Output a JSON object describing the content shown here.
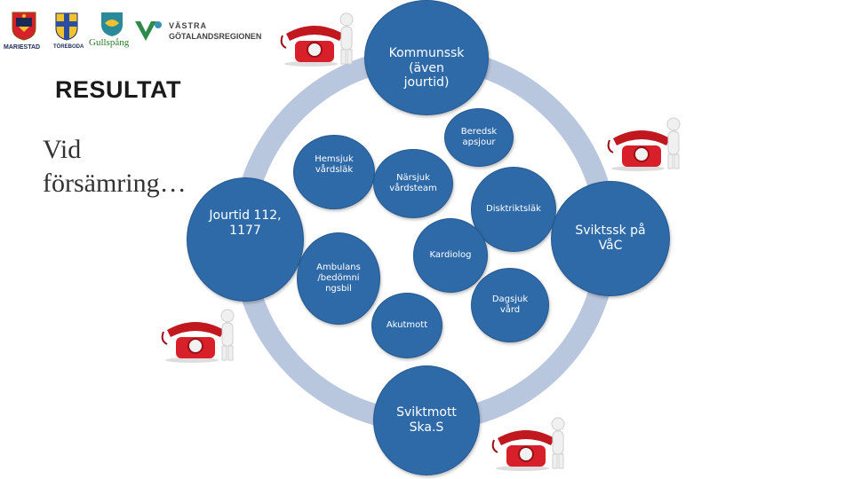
{
  "logos": {
    "mariestad": "MARIESTAD",
    "toreboda": "TÖREBODA",
    "gullspang": "Gullspång",
    "vgr_line1": "VÄSTRA",
    "vgr_line2": "GÖTALANDSREGIONEN"
  },
  "title": "RESULTAT",
  "subtitle_line1": "Vid",
  "subtitle_line2": "försämring…",
  "nodes": {
    "kommunssk": "Kommunssk (även jourtid)",
    "beredskapsjour": "Beredsk apsjour",
    "hemsjukvardslak": "Hemsjuk vårdsläk",
    "narsjukvardsteam": "Närsjuk vårdsteam",
    "distriktslak": "Disktriktsläk",
    "jourtid": "Jourtid 112, 1177",
    "sviktssk_vac": "Sviktssk på VåC",
    "kardiolog": "Kardiolog",
    "ambulans": "Ambulans /bedömni ngsbil",
    "dagsjukvard": "Dagsjuk vård",
    "akutmott": "Akutmott",
    "sviktmott": "Sviktmott Ska.S"
  },
  "colors": {
    "node_fill": "#2e6aa8",
    "ring": "#b8c6de",
    "phone_red": "#d8202a"
  },
  "icons": [
    "telephone-figure-icon",
    "mariestad-crest-icon",
    "toreboda-crest-icon",
    "gullspang-crest-icon",
    "vgr-logo-icon"
  ]
}
